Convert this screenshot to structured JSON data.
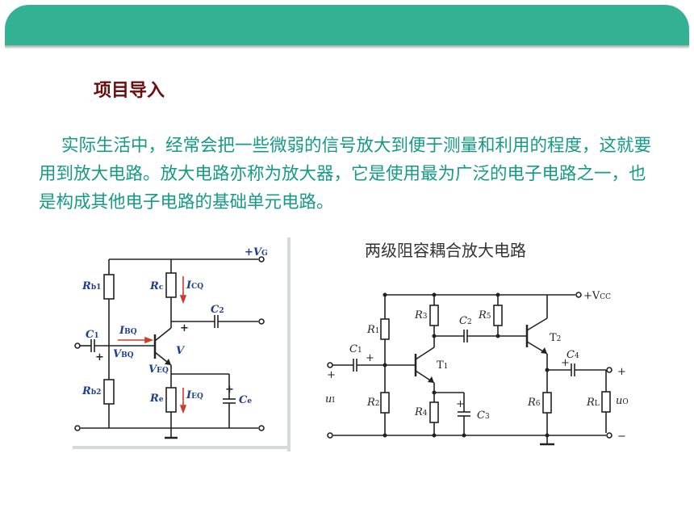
{
  "slide": {
    "section_title": "项目导入",
    "intro_text": "实际生活中，经常会把一些微弱的信号放大到便于测量和利用的程度，这就要用到放大电路。放大电路亦称为放大器，它是使用最为广泛的电子电路之一，也是构成其他电子电路的基础单元电路。"
  },
  "left_circuit": {
    "vg_label": "+V",
    "vg_sub": "G",
    "rb1": "R",
    "rb1_sub": "b1",
    "rb2": "R",
    "rb2_sub": "b2",
    "rc": "R",
    "rc_sub": "c",
    "re": "R",
    "re_sub": "e",
    "icq": "I",
    "icq_sub": "CQ",
    "ieq": "I",
    "ieq_sub": "EQ",
    "ibq": "I",
    "ibq_sub": "BQ",
    "vbq": "V",
    "vbq_sub": "BQ",
    "veq": "V",
    "veq_sub": "EQ",
    "c1": "C",
    "c1_sub": "1",
    "c2": "C",
    "c2_sub": "2",
    "ce": "C",
    "ce_sub": "e",
    "v_label": "V",
    "plus": "+"
  },
  "right_circuit": {
    "title": "两级阻容耦合放大电路",
    "vcc": "+V",
    "vcc_sub": "CC",
    "r1": "R",
    "r1_sub": "1",
    "r2": "R",
    "r2_sub": "2",
    "r3": "R",
    "r3_sub": "3",
    "r4": "R",
    "r4_sub": "4",
    "r5": "R",
    "r5_sub": "5",
    "r6": "R",
    "r6_sub": "6",
    "rl": "R",
    "rl_sub": "L",
    "c1": "C",
    "c1_sub": "1",
    "c2": "C",
    "c2_sub": "2",
    "c3": "C",
    "c3_sub": "3",
    "c4": "C",
    "c4_sub": "4",
    "t1": "T",
    "t1_sub": "1",
    "t2": "T",
    "t2_sub": "2",
    "ui": "u",
    "ui_sub": "I",
    "uo": "u",
    "uo_sub": "O",
    "plus": "+",
    "minus": "−"
  },
  "colors": {
    "header": "#34b192",
    "title": "#6b0d0d",
    "text": "#159a86",
    "circuit_label": "#1d3f8f",
    "arrow": "#d23a2a"
  }
}
